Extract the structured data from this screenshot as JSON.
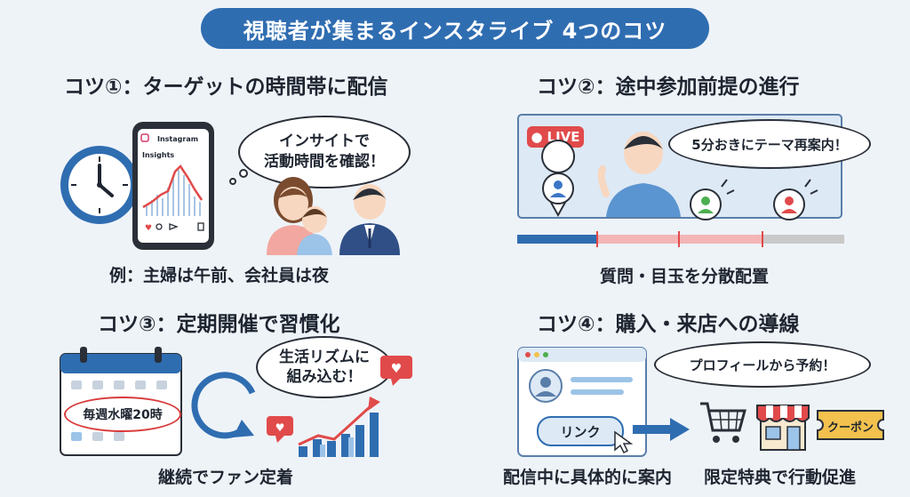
{
  "title": "視聴者が集まるインスタライブ 4つのコツ",
  "tips": [
    {
      "heading": "コツ①：ターゲットの時間帯に配信",
      "bubble_l1": "インサイトで",
      "bubble_l2": "活動時間を確認！",
      "caption": "例：主婦は午前、会社員は夜",
      "app_name": "Instagram",
      "insights_label": "Insights"
    },
    {
      "heading": "コツ②：途中参加前提の進行",
      "live_label": "LIVE",
      "bubble": "5分おきにテーマ再案内！",
      "caption": "質問・目玉を分散配置"
    },
    {
      "heading": "コツ③：定期開催で習慣化",
      "calendar_label": "毎週水曜20時",
      "bubble_l1": "生活リズムに",
      "bubble_l2": "組み込む！",
      "caption": "継続でファン定着"
    },
    {
      "heading": "コツ④：購入・来店への導線",
      "bubble": "プロフィールから予約！",
      "link_button": "リンク",
      "coupon": "クーポン",
      "caption_left": "配信中に具体的に案内",
      "caption_right": "限定特典で行動促進"
    }
  ],
  "colors": {
    "accent": "#2f6db1",
    "live_red": "#e14a4a",
    "heart_red": "#e14a4a"
  }
}
